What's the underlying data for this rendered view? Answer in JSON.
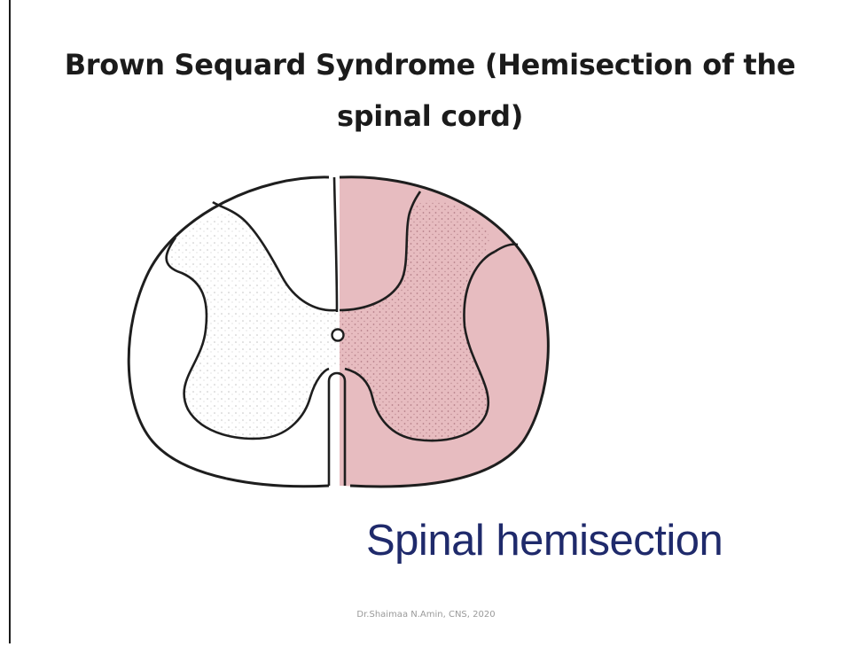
{
  "slide": {
    "title_line1": "Brown Sequard Syndrome (Hemisection of the",
    "title_line2": "spinal cord)",
    "caption": "Spinal hemisection",
    "footer": "Dr.Shaimaa N.Amin, CNS, 2020"
  },
  "colors": {
    "lesion_fill": "#e7bcc0",
    "lesion_dots": "#8a4f5a",
    "outline": "#1e1e1e",
    "caption": "#1f2a6b"
  }
}
